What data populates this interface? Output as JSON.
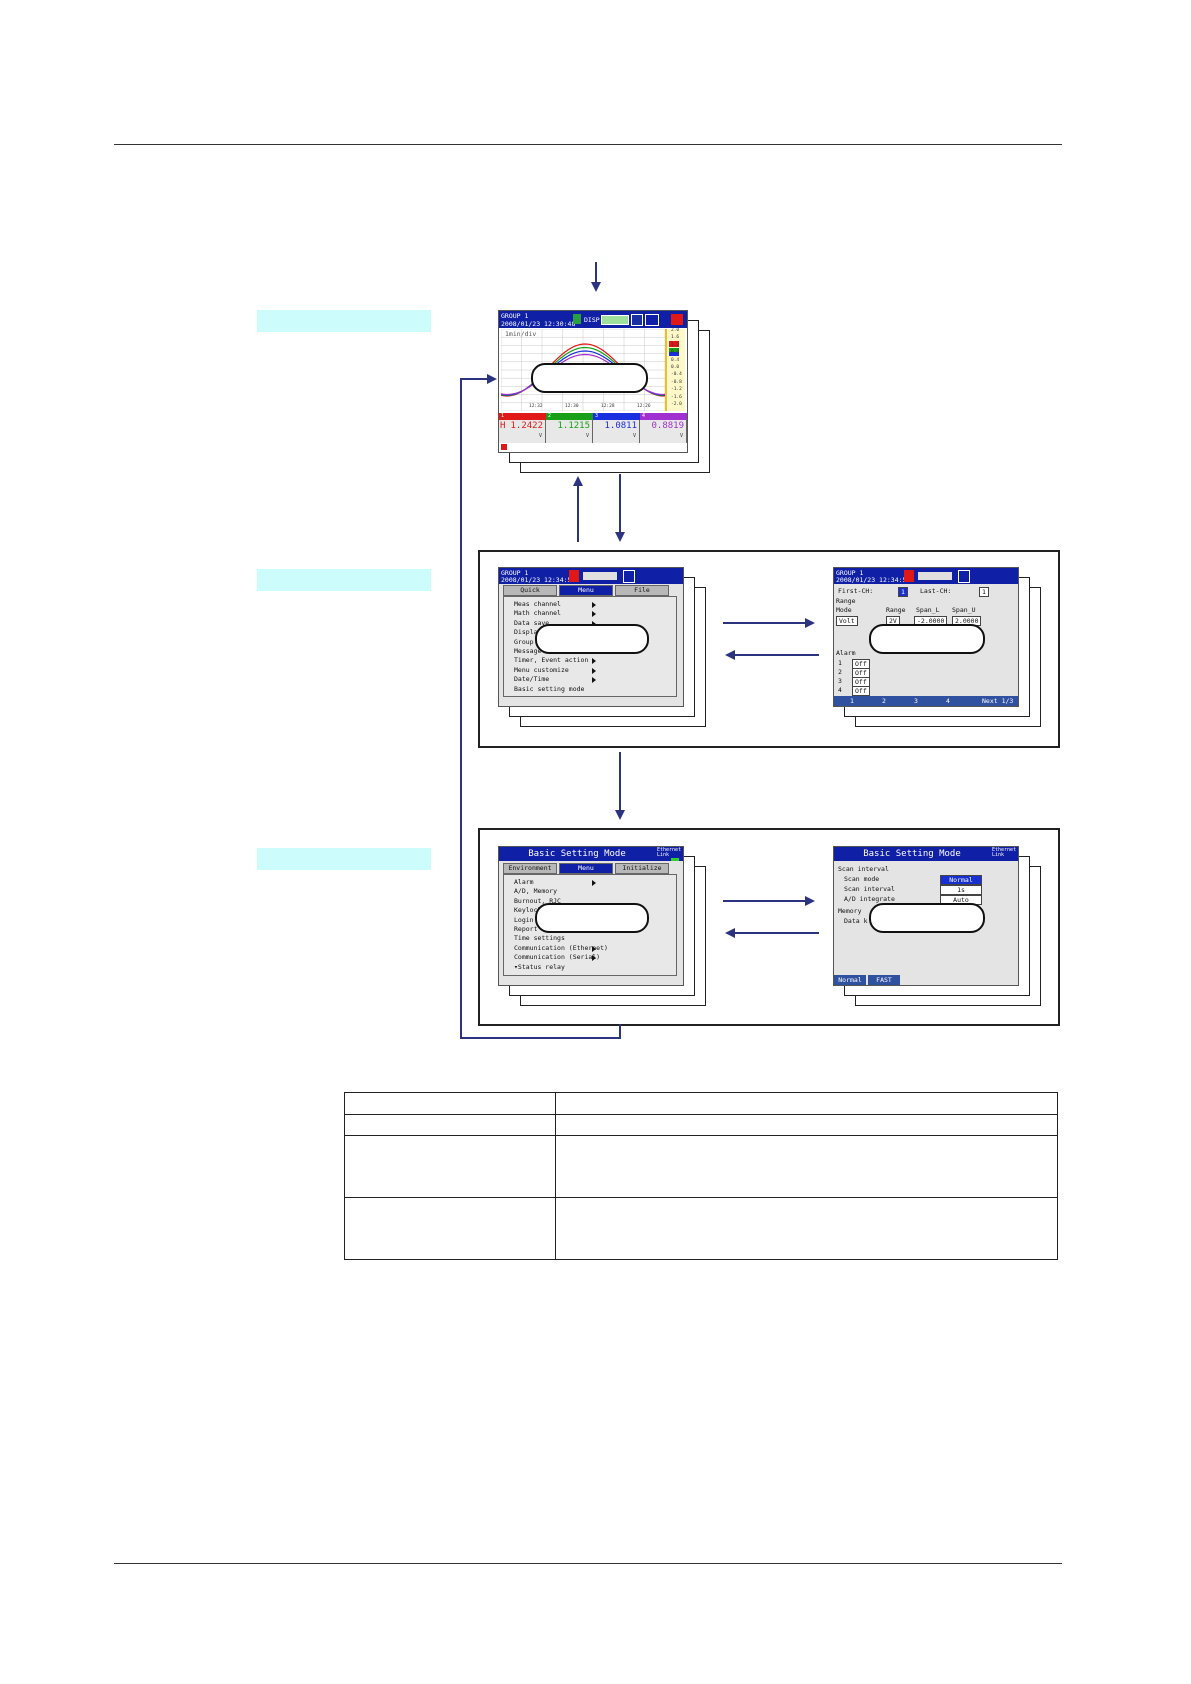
{
  "trend_screen": {
    "group": "GROUP 1",
    "datetime": "2008/01/23 12:30:48",
    "disp_label": "DISP",
    "time_div": "1min/div",
    "times": [
      "12:32",
      "12:30",
      "12:28",
      "12:26"
    ],
    "scale": [
      "2.0",
      "1.6",
      "1.2",
      "0.8",
      "0.4",
      "0.0",
      "-0.4",
      "-0.8",
      "-1.2",
      "-1.6",
      "-2.0"
    ],
    "channels": [
      {
        "num": "1",
        "value": "1.2422",
        "unit": "V",
        "prefix": "H",
        "color": "#e01818"
      },
      {
        "num": "2",
        "value": "1.1215",
        "unit": "V",
        "prefix": "",
        "color": "#18a018"
      },
      {
        "num": "3",
        "value": "1.0811",
        "unit": "V",
        "prefix": "",
        "color": "#1830e0"
      },
      {
        "num": "4",
        "value": "0.8819",
        "unit": "V",
        "prefix": "",
        "color": "#a030d0"
      }
    ]
  },
  "menu_screen": {
    "group": "GROUP 1",
    "datetime": "2008/01/23 12:34:58",
    "tabs": [
      "Quick",
      "Menu",
      "File"
    ],
    "items": [
      "Meas channel",
      "Math channel",
      "Data save",
      "Display",
      "Group",
      "Message",
      "Timer, Event action",
      "Menu customize",
      "Date/Time",
      "Basic setting mode"
    ]
  },
  "setting_screen": {
    "group": "GROUP 1",
    "datetime": "2008/01/23 12:34:58",
    "first_ch_label": "First-CH:",
    "first_ch": "1",
    "last_ch_label": "Last-CH:",
    "last_ch": "1",
    "range_label": "Range",
    "mode_label": "Mode",
    "mode_value": "Volt",
    "range_col": "Range",
    "span_l_label": "Span_L",
    "span_u_label": "Span_U",
    "range_value": "2V",
    "span_l_value": "-2.0000",
    "span_u_value": "2.0000",
    "alarm_label": "Alarm",
    "alarms": [
      {
        "num": "1",
        "value": "Off"
      },
      {
        "num": "2",
        "value": "Off"
      },
      {
        "num": "3",
        "value": "Off"
      },
      {
        "num": "4",
        "value": "Off"
      }
    ],
    "footer": [
      "1",
      "2",
      "3",
      "4"
    ],
    "next": "Next 1/3"
  },
  "basic_menu_screen": {
    "title": "Basic Setting Mode",
    "link": "Ethernet Link",
    "tabs": [
      "Environment",
      "Menu",
      "Initialize"
    ],
    "items": [
      "Alarm",
      "A/D, Memory",
      "Burnout, RJC",
      "Keylock",
      "Login",
      "Report",
      "Time settings",
      "Communication (Ethernet)",
      "Communication (Serial)",
      "Status relay"
    ]
  },
  "basic_setting_screen": {
    "title": "Basic Setting Mode",
    "link": "Ethernet Link",
    "scan_interval": "Scan interval",
    "scan_mode_label": "Scan mode",
    "scan_mode": "Normal",
    "scan_interval_label": "Scan interval",
    "scan_interval_value": "1s",
    "ad_integrate_label": "A/D integrate",
    "ad_integrate": "Auto",
    "memory_label": "Memory",
    "data_label": "Data k",
    "footer": [
      "Normal",
      "FAST"
    ]
  },
  "colors": {
    "band": "#ccfcfc",
    "arrow": "#2c3480",
    "header": "#0f1fa6"
  }
}
